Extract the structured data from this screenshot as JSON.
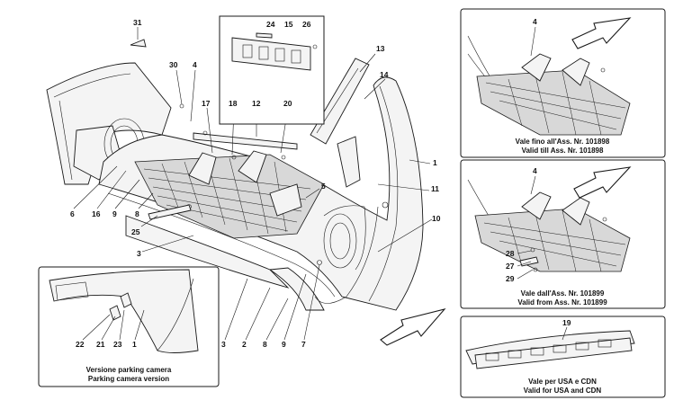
{
  "callouts": {
    "main": [
      "31",
      "24",
      "15",
      "26",
      "13",
      "30",
      "4",
      "14",
      "17",
      "18",
      "12",
      "20",
      "1",
      "5",
      "11",
      "6",
      "16",
      "9",
      "8",
      "25",
      "10",
      "3",
      "2",
      "3",
      "8",
      "9",
      "7"
    ],
    "inset_camera": [
      "22",
      "21",
      "23",
      "1"
    ],
    "inset_top": [
      "4"
    ],
    "inset_mid": [
      "4",
      "28",
      "27",
      "29"
    ],
    "inset_bottom": [
      "19"
    ]
  },
  "captions": {
    "inset_top_line1": "Vale fino all'Ass. Nr. 101898",
    "inset_top_line2": "Valid till Ass. Nr. 101898",
    "inset_mid_line1": "Vale dall'Ass. Nr. 101899",
    "inset_mid_line2": "Valid from Ass. Nr. 101899",
    "inset_bottom_line1": "Vale per USA e CDN",
    "inset_bottom_line2": "Valid for USA and CDN",
    "inset_camera_line1": "Versione parking camera",
    "inset_camera_line2": "Parking camera version"
  }
}
